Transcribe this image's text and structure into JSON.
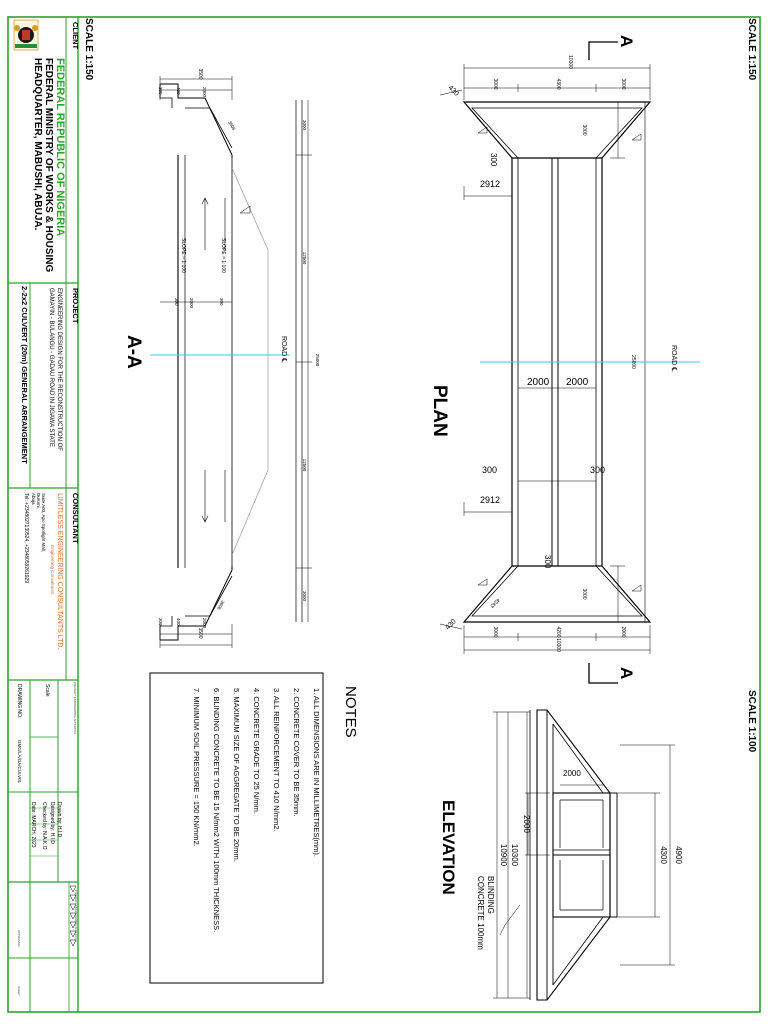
{
  "title_block": {
    "client_label": "CLIENT",
    "client_name": "FEDERAL REPUBLIC OF NIGERIA",
    "client_line2": "FEDERAL MINISTRY OF WORKS & HOUSING",
    "client_line3": "HEADQUARTER, MABUSHI, ABUJA.",
    "project_label": "PROJECT",
    "project_line1": "ENGINEERING DESIGN FOR THE RECONSTRUCTION OF",
    "project_line2": "GAMAYIN - BULANGU - GADAU ROAD IN JIGAWA STATE",
    "drawing_title": "2-2x2 CULVERT (20m) GENERAL ARRANGEMENT",
    "consultant_label": "CONSULTANT",
    "consultant_name": "LIMITLESS ENGINEERING CONSULTANTS LTD.",
    "consultant_sub": "Engineering Consultants",
    "address_1": "Suite A03, Apo Spotlight Mall,",
    "address_2": "Durumi,",
    "address_3": "Abuja.",
    "tel": "Tel: +2348027130524, +2348059261929",
    "drawn_by": "Drawn by: H.I.D",
    "designed_by": "Designed by: H.I.D",
    "checked_by": "Checked by: N.A.K.O",
    "date": "Date: MARCH, 2023",
    "drawing_no_label": "DRAWING NO.",
    "drawing_no": "GMG/LA/GA/CULV01",
    "scale_label": "Scale",
    "rev_letters": [
      "A",
      "B",
      "C",
      "D",
      "E",
      "F",
      "G"
    ],
    "approval_note": "PROJECT ENGINEERING APPROVAL",
    "approved_label": "APPROVED",
    "sheet_label": "SHEET",
    "rev_label": "REV"
  },
  "scales": {
    "plan": "SCALE 1:150",
    "section": "SCALE 1:150",
    "elevation": "SCALE 1:100"
  },
  "section_marker": "A",
  "plan": {
    "title": "PLAN",
    "road_label": "ROAD ℄",
    "dims": {
      "total_width": "10300",
      "w_left": "3000",
      "w_mid": "4300",
      "w_right": "3000",
      "w_mid_bottom": "4200",
      "w_right_bottom": "2000",
      "total_length": "25000",
      "wing_len": "3000",
      "thick_300": "300",
      "offset_2912": "2912",
      "cell_2000": "2000",
      "slope": "1",
      "slope_run": "2",
      "wing_4243": "4243",
      "small_430": "430"
    }
  },
  "section": {
    "title": "A-A",
    "road_label": "ROAD ℄",
    "dims": {
      "top_width": "3500",
      "d_300": "300",
      "d_400": "400",
      "d_2000": "2000",
      "wing": "3000",
      "half_left": "12500",
      "half_right": "12500",
      "total": "25000",
      "slope_label": "SLOPE = 1:100",
      "wing_incl": "3606"
    }
  },
  "elevation": {
    "title": "ELEVATION",
    "dims": {
      "top_4900": "4900",
      "mid_4300": "4300",
      "cell_2000": "2000",
      "height_2000": "2000",
      "h_10300": "10300",
      "h_10900": "10900"
    },
    "blinding_label_1": "BLINDING",
    "blinding_label_2": "CONCRETE 100mm"
  },
  "notes": {
    "title": "NOTES",
    "items": [
      "1. ALL DIMENSIONS ARE IN MILLIMETRES(mm).",
      "2. CONCRETE COVER TO BE 35mm.",
      "3. ALL REINFORCEMENT TO 410 N/mm2.",
      "4. CONCRETE GRADE TO 25 N/mm.",
      "5. MAXIMUM SIZE OF AGGREGATE TO BE 20mm.",
      "6. BLINDING CONCRETE TO BE 15 N/mm2 WITH 100mm THICKNESS.",
      "7. MINIMUM SOIL PRESSURE = 150 KN/mm2."
    ]
  },
  "colors": {
    "frame_green": "#29a329",
    "center_cyan": "#33ccee",
    "consultant_orange": "#e06a2b",
    "client_green": "#22aa22"
  }
}
